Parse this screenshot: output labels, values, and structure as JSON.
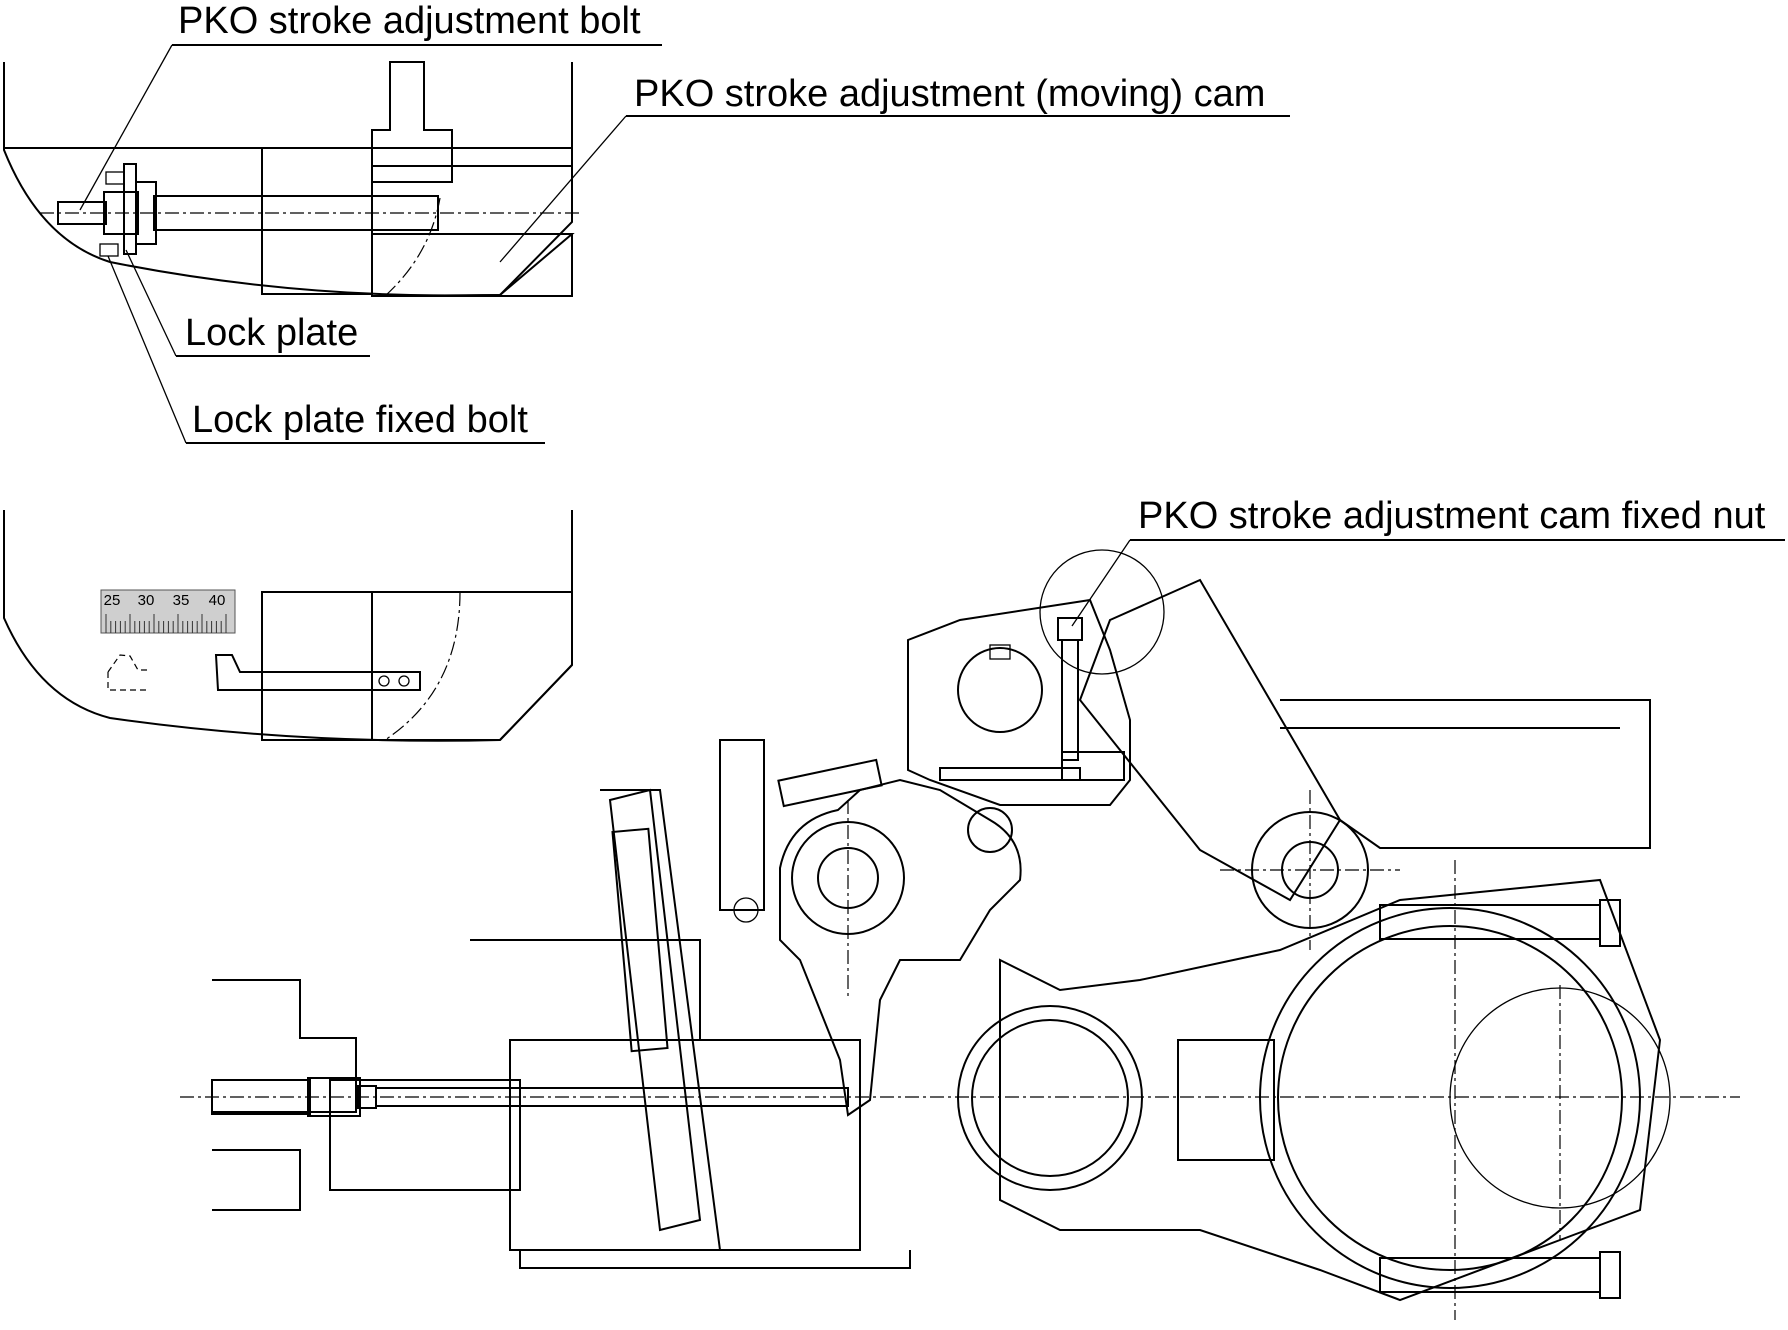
{
  "labels": {
    "stroke_bolt": "PKO stroke adjustment bolt",
    "moving_cam": "PKO stroke adjustment (moving) cam",
    "lock_plate": "Lock plate",
    "lock_plate_bolt": "Lock plate fixed bolt",
    "cam_fixed_nut": "PKO stroke adjustment cam fixed nut"
  },
  "scale": {
    "ticks": [
      "25",
      "30",
      "35",
      "40"
    ]
  },
  "colors": {
    "cam_blue": "#4a94ee",
    "pink": "#f4b8c0",
    "bolt_green": "#8fd48f",
    "lock_yellow": "#f2f27a",
    "bolt_red": "#d85050",
    "lever_green": "#d2f5dc",
    "knockout_orange": "#f08a2a",
    "pin_navy": "#0b4f86",
    "pin_light": "#b8cedf",
    "scale_grey": "#cfcfcf",
    "pointer_olive": "#8c8c4a",
    "nut_magenta": "#e07ad0"
  }
}
